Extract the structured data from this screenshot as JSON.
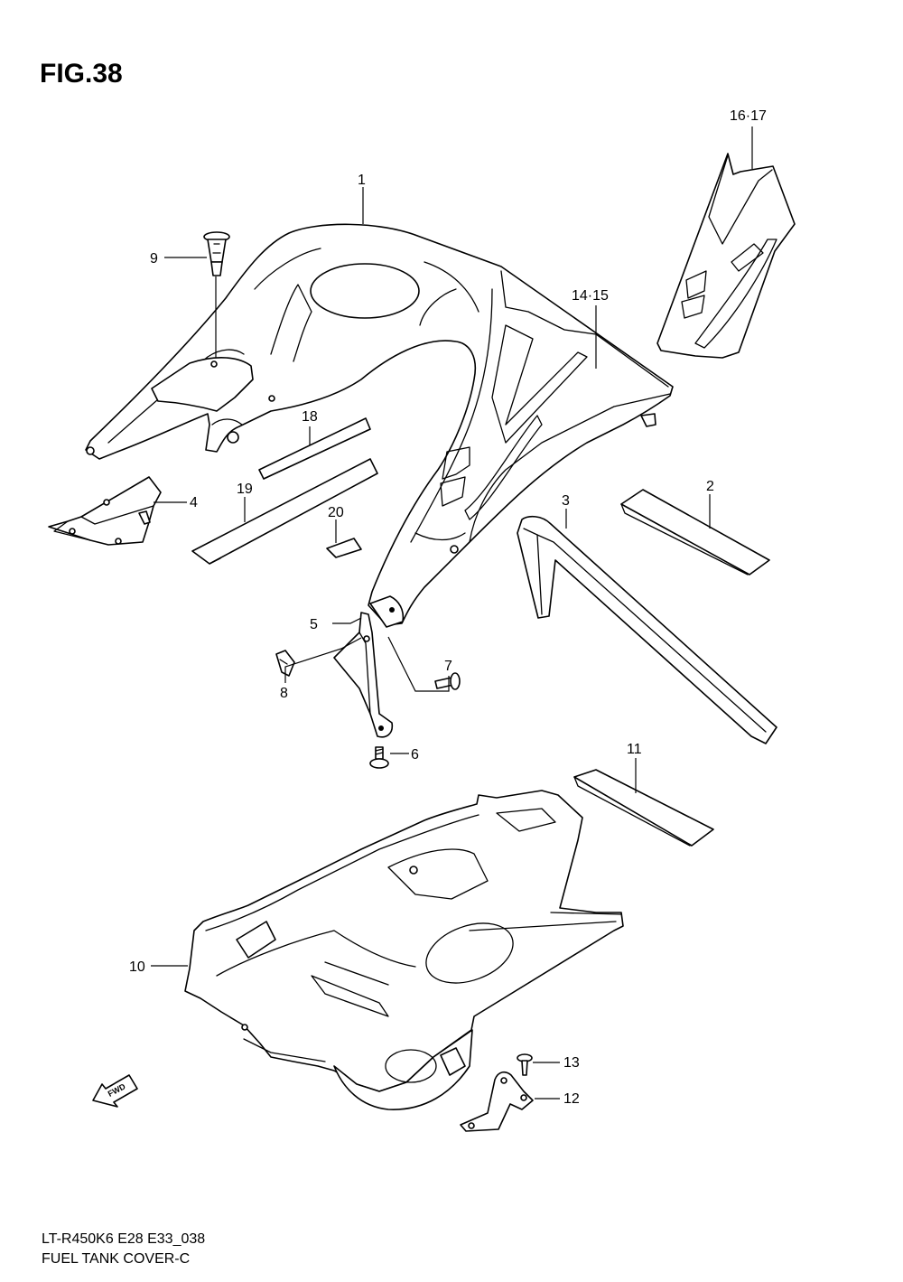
{
  "figure": {
    "title": "FIG.38",
    "model_code": "LT-R450K6 E28 E33_038",
    "caption": "FUEL TANK COVER-C"
  },
  "callouts": [
    {
      "id": "1",
      "label": "1"
    },
    {
      "id": "2",
      "label": "2"
    },
    {
      "id": "3",
      "label": "3"
    },
    {
      "id": "4",
      "label": "4"
    },
    {
      "id": "5",
      "label": "5"
    },
    {
      "id": "6",
      "label": "6"
    },
    {
      "id": "7",
      "label": "7"
    },
    {
      "id": "8",
      "label": "8"
    },
    {
      "id": "9",
      "label": "9"
    },
    {
      "id": "10",
      "label": "10"
    },
    {
      "id": "11",
      "label": "11"
    },
    {
      "id": "12",
      "label": "12"
    },
    {
      "id": "13",
      "label": "13"
    },
    {
      "id": "14_15",
      "label": "14·15"
    },
    {
      "id": "16_17",
      "label": "16·17"
    },
    {
      "id": "18",
      "label": "18"
    },
    {
      "id": "19",
      "label": "19"
    },
    {
      "id": "20",
      "label": "20"
    }
  ],
  "fwd_arrow": {
    "label": "FWD",
    "icon": "fwd-arrow-icon"
  }
}
